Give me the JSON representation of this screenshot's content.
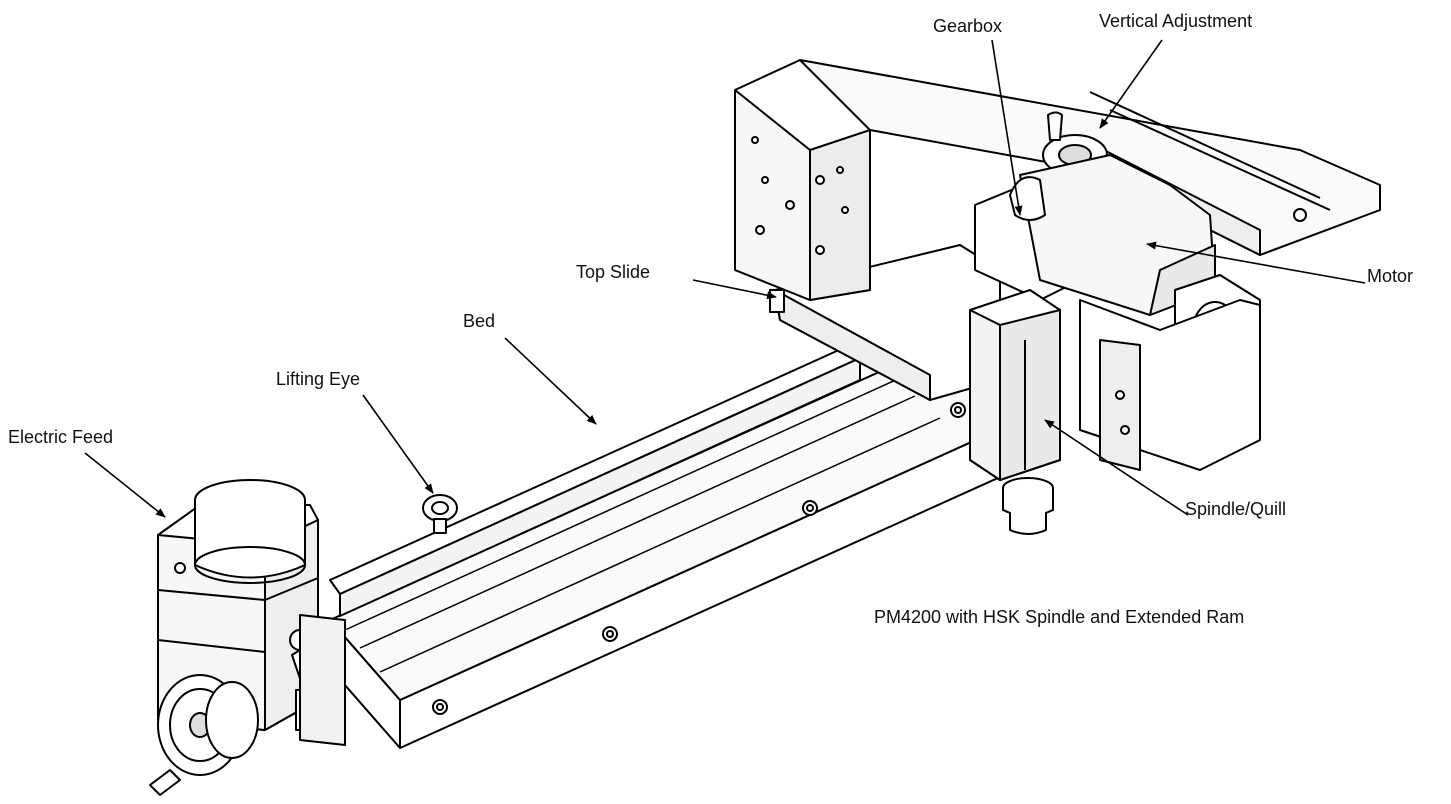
{
  "diagram": {
    "labels": {
      "electric_feed": "Electric Feed",
      "lifting_eye": "Lifting Eye",
      "bed": "Bed",
      "top_slide": "Top Slide",
      "gearbox": "Gearbox",
      "vertical_adjustment": "Vertical Adjustment",
      "motor": "Motor",
      "spindle_quill": "Spindle/Quill"
    },
    "caption": "PM4200 with HSK Spindle and Extended Ram"
  }
}
